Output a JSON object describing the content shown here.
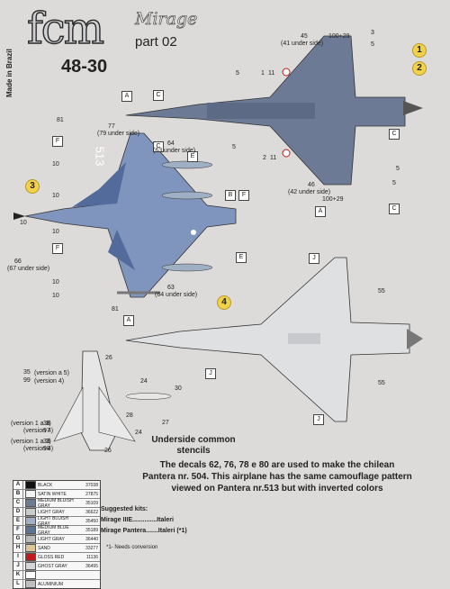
{
  "header": {
    "made_in": "Made in Brazil",
    "brand": "fcm",
    "model": "Mirage",
    "part": "part 02",
    "number": "48-30"
  },
  "profiles": [
    "1",
    "2",
    "3",
    "4"
  ],
  "labels": {
    "a": "A",
    "b": "B",
    "c": "C",
    "e": "E",
    "f": "F",
    "j": "J",
    "n3": "3",
    "n5": "5",
    "n1": "1",
    "n11": "11",
    "n2": "2",
    "n10": "10",
    "n55": "55",
    "n45": "45",
    "n41": "(41 under side)",
    "n100": "100+29",
    "n46": "46",
    "n42": "(42 under side)",
    "n77": "77",
    "n79": "(79 under side)",
    "n81": "81",
    "n64": "64",
    "n63u": "(63 under side)",
    "n66": "66",
    "n67": "(67 under side)",
    "n63": "63",
    "n64u": "(64 under side)",
    "n26": "26",
    "n24": "24",
    "n30": "30",
    "n27": "27",
    "n28": "28",
    "n35": "35",
    "n35v": "(version a 5)",
    "n99": "99",
    "n99v": "(version 4)",
    "n38": "38",
    "n38v": "(version 1 a 3)",
    "n97": "97",
    "n97v": "(version 4)",
    "n33": "33",
    "n33v": "(version 1 a 3)",
    "n98": "98",
    "n98v": "(version 4)",
    "tail": "513"
  },
  "stencils": "Underside common stencils",
  "note": "The decals 62, 76, 78 e 80 are used to make the chilean Pantera nr. 504. This airplane has the same camouflage pattern viewed on Pantera nr.513 but with inverted colors",
  "kits": {
    "title": "Suggested kits:",
    "k1": "Mirage IIIE..............Italeri",
    "k2": "Mirage Pantera.......Italeri (*1)",
    "footnote": "*1- Needs conversion"
  },
  "colors": [
    {
      "l": "A",
      "n": "BLACK",
      "c": "37038",
      "hex": "#111111"
    },
    {
      "l": "B",
      "n": "SATIN WHITE",
      "c": "27875",
      "hex": "#f2f2f2"
    },
    {
      "l": "C",
      "n": "MEDIUM BLUISH GRAY",
      "c": "35109",
      "hex": "#6c7b92"
    },
    {
      "l": "D",
      "n": "LIGHT GRAY",
      "c": "36622",
      "hex": "#c9cccd"
    },
    {
      "l": "E",
      "n": "LIGHT BLUISH GRAY",
      "c": "35450",
      "hex": "#9fb0c4"
    },
    {
      "l": "F",
      "n": "MEDIUM BLUE GRAY",
      "c": "35189",
      "hex": "#5f7394"
    },
    {
      "l": "G",
      "n": "LIGHT GRAY",
      "c": "36440",
      "hex": "#b7b9bb"
    },
    {
      "l": "H",
      "n": "SAND",
      "c": "33277",
      "hex": "#d9c596"
    },
    {
      "l": "I",
      "n": "GLOSS RED",
      "c": "11136",
      "hex": "#c21a1a"
    },
    {
      "l": "J",
      "n": "GHOST GRAY",
      "c": "36495",
      "hex": "#d3d5d8"
    },
    {
      "l": "K",
      "n": "",
      "c": "",
      "hex": "#ffffff"
    },
    {
      "l": "L",
      "n": "ALUMINIUM",
      "c": "",
      "hex": "#bdbfc2"
    }
  ]
}
